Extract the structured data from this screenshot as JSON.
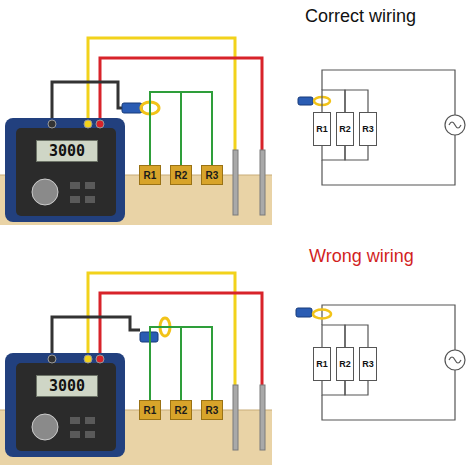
{
  "diagram": {
    "nodes": [
      {
        "text": [
          "3000"
        ]
      },
      {
        "text": [
          "R1"
        ]
      },
      {
        "text": [
          "R2"
        ]
      },
      {
        "text": [
          "R3"
        ]
      },
      {
        "text": [
          "R1"
        ]
      },
      {
        "text": [
          "R2"
        ]
      },
      {
        "text": [
          "R3"
        ]
      },
      {
        "text": [
          "3000"
        ]
      },
      {
        "text": [
          "R1"
        ]
      },
      {
        "text": [
          "R2"
        ]
      },
      {
        "text": [
          "R3"
        ]
      },
      {
        "text": [
          "R1"
        ]
      },
      {
        "text": [
          "R2"
        ]
      },
      {
        "text": [
          "R3"
        ]
      }
    ],
    "edges": [
      {
        "from": 1,
        "to": 2,
        "arrow": "none"
      },
      {
        "from": 2,
        "to": 3,
        "arrow": "none"
      },
      {
        "from": 4,
        "to": 5,
        "arrow": "none"
      },
      {
        "from": 5,
        "to": 6,
        "arrow": "none"
      },
      {
        "from": 4,
        "to": 5,
        "arrow": "none"
      },
      {
        "from": 5,
        "to": 6,
        "arrow": "none"
      },
      {
        "from": 8,
        "to": 9,
        "arrow": "none"
      },
      {
        "from": 9,
        "to": 10,
        "arrow": "none"
      },
      {
        "from": 11,
        "to": 12,
        "arrow": "none"
      },
      {
        "from": 12,
        "to": 13,
        "arrow": "none"
      },
      {
        "from": 11,
        "to": 12,
        "arrow": "none"
      },
      {
        "from": 12,
        "to": 13,
        "arrow": "none"
      }
    ],
    "labels": [
      "Correct wiring",
      "Wrong wiring"
    ]
  }
}
